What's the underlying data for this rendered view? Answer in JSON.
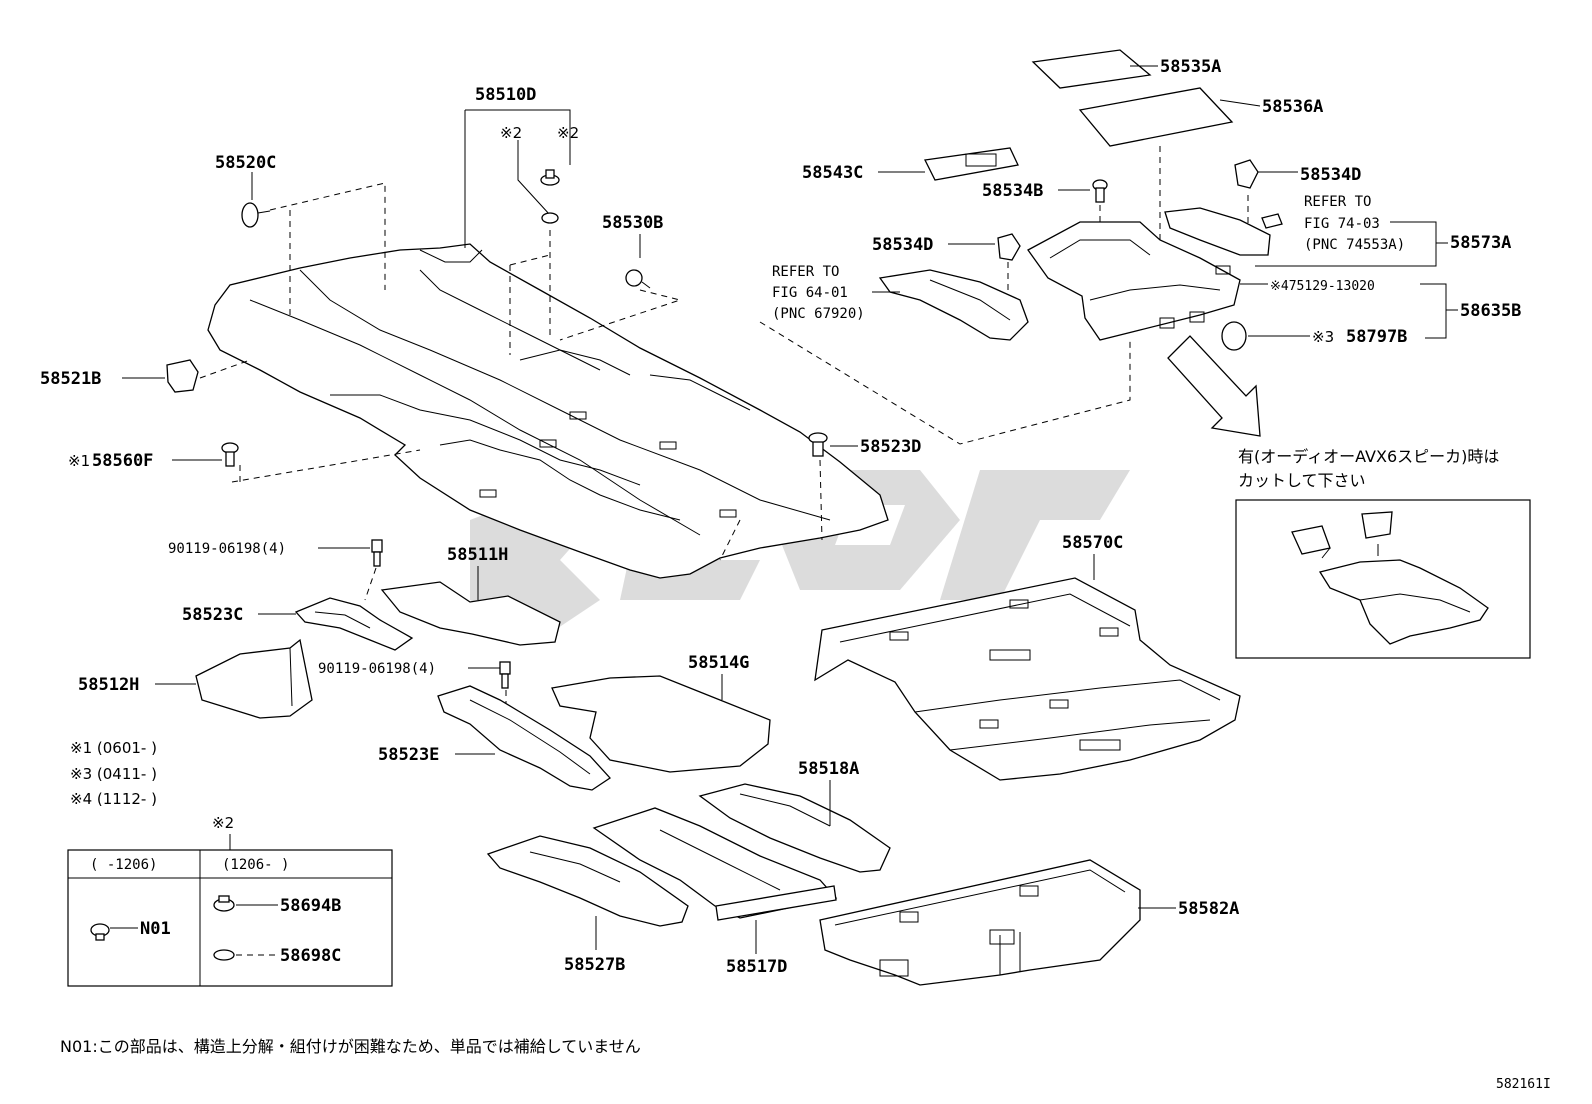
{
  "callouts": {
    "p58510D": "58510D",
    "p58520C": "58520C",
    "p58530B": "58530B",
    "p58521B": "58521B",
    "p58560F": "58560F",
    "p58560F_mark": "※1",
    "p58523D": "58523D",
    "mark2_left": "※2",
    "mark2_right": "※2",
    "p58535A": "58535A",
    "p58536A": "58536A",
    "p58543C": "58543C",
    "p58534B": "58534B",
    "p58534D_right": "58534D",
    "p58534D_left": "58534D",
    "p58573A": "58573A",
    "p475129": "※475129-13020",
    "p58635B": "58635B",
    "p58797B_mark": "※3",
    "p58797B": "58797B",
    "p90119_a": "90119-06198(4)",
    "p58511H": "58511H",
    "p58523C": "58523C",
    "p58512H": "58512H",
    "p90119_b": "90119-06198(4)",
    "p58514G": "58514G",
    "p58523E": "58523E",
    "p58570C": "58570C",
    "p58518A": "58518A",
    "p58527B": "58527B",
    "p58517D": "58517D",
    "p58582A": "58582A"
  },
  "refs": {
    "fig64": {
      "line1": "REFER TO",
      "line2": "FIG 64-01",
      "line3": "(PNC 67920)"
    },
    "fig74": {
      "line1": "REFER TO",
      "line2": "FIG 74-03",
      "line3": "(PNC 74553A)"
    }
  },
  "inset": {
    "note_line1": "有(オーディオーAVX6スピーカ)時は",
    "note_line2": "カットして下さい"
  },
  "legend_notes": [
    "※1 (0601-        )",
    "※3 (0411-        )",
    "※4 (1112-        )"
  ],
  "table": {
    "mark": "※2",
    "col1_header": "(      -1206)",
    "col2_header": "(1206-      )",
    "col1_part": "N01",
    "col2_part_a": "58694B",
    "col2_part_b": "58698C"
  },
  "footer": {
    "note": "N01:この部品は、構造上分解・組付けが困難なため、単品では補給していません",
    "figure_id": "582161I"
  }
}
